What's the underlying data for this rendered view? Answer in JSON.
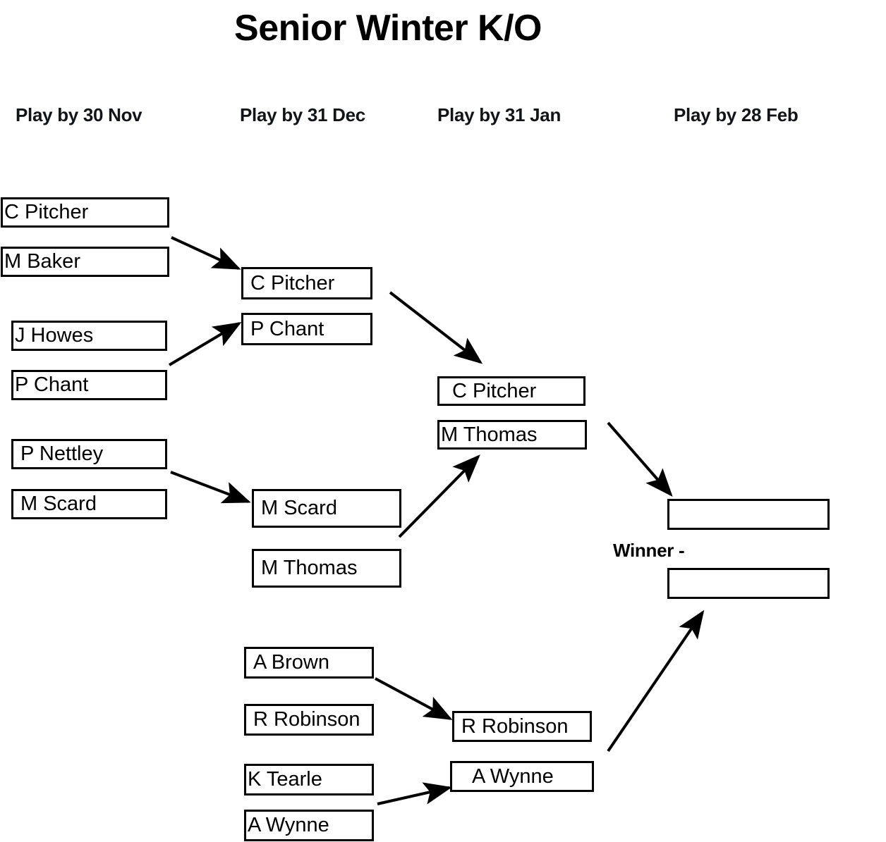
{
  "page": {
    "title": "Senior Winter K/O",
    "background_color": "#ffffff",
    "line_color": "#000000"
  },
  "columns": [
    {
      "id": "round-1",
      "label": "Play by 30 Nov"
    },
    {
      "id": "round-2",
      "label": "Play by 31 Dec"
    },
    {
      "id": "round-3",
      "label": "Play by 31 Jan"
    },
    {
      "id": "round-4",
      "label": "Play by 28 Feb"
    }
  ],
  "rounds": {
    "round_1": [
      {
        "name": "C Pitcher"
      },
      {
        "name": "M Baker"
      },
      {
        "name": "J Howes"
      },
      {
        "name": "P Chant"
      },
      {
        "name": "P Nettley"
      },
      {
        "name": "M Scard"
      }
    ],
    "round_2": [
      {
        "name": "C Pitcher"
      },
      {
        "name": "P Chant"
      },
      {
        "name": "M Scard"
      },
      {
        "name": "M Thomas"
      },
      {
        "name": "A Brown"
      },
      {
        "name": "R Robinson"
      },
      {
        "name": "K Tearle"
      },
      {
        "name": "A Wynne"
      }
    ],
    "round_3": [
      {
        "name": "C Pitcher"
      },
      {
        "name": "M Thomas"
      },
      {
        "name": "R Robinson"
      },
      {
        "name": "A Wynne"
      }
    ],
    "round_4": [
      {
        "name": ""
      },
      {
        "name": ""
      }
    ]
  },
  "final": {
    "winner_label": "Winner -"
  }
}
